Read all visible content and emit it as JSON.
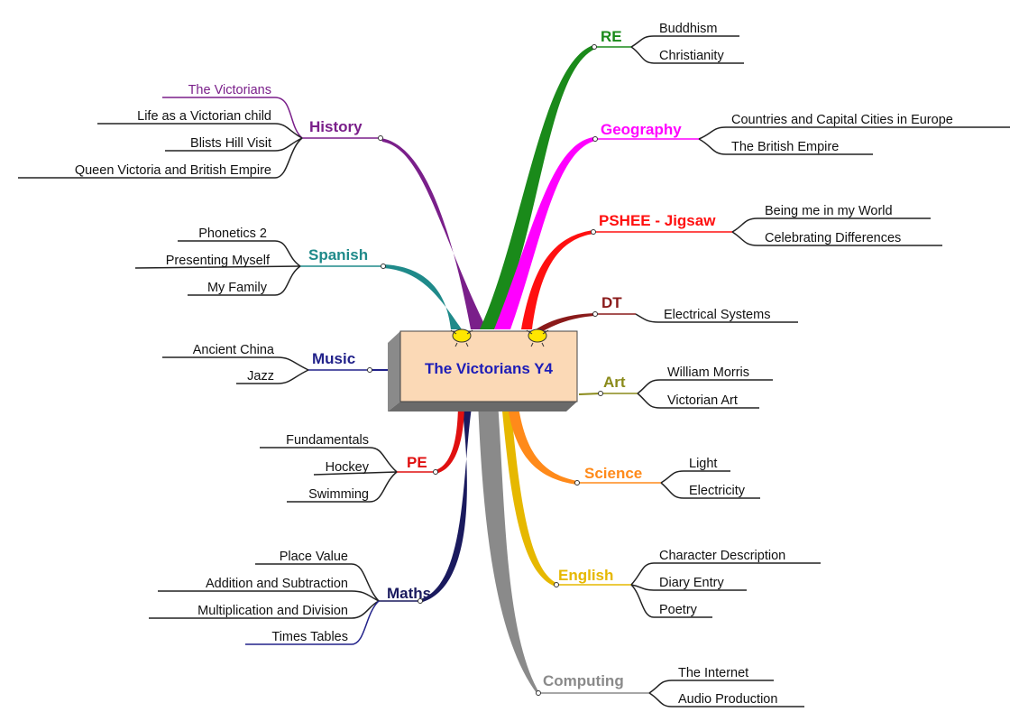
{
  "center": {
    "title": "The Victorians Y4"
  },
  "branches": {
    "history": {
      "label": "History",
      "color": "#7a1f8a",
      "items": [
        "The Victorians",
        "Life as a Victorian child",
        "Blists Hill Visit",
        "Queen Victoria and British Empire"
      ]
    },
    "spanish": {
      "label": "Spanish",
      "color": "#1f8a8a",
      "items": [
        "Phonetics 2",
        "Presenting Myself",
        "My Family"
      ]
    },
    "music": {
      "label": "Music",
      "color": "#22228a",
      "items": [
        "Ancient China",
        "Jazz"
      ]
    },
    "pe": {
      "label": "PE",
      "color": "#e01010",
      "items": [
        "Fundamentals",
        "Hockey",
        "Swimming"
      ]
    },
    "maths": {
      "label": "Maths",
      "color": "#1a1a5e",
      "items": [
        "Place Value",
        "Addition and Subtraction",
        "Multiplication and Division",
        "Times Tables"
      ]
    },
    "re": {
      "label": "RE",
      "color": "#1a8a1a",
      "items": [
        "Buddhism",
        "Christianity"
      ]
    },
    "geography": {
      "label": "Geography",
      "color": "#ff00ff",
      "items": [
        "Countries and Capital Cities in Europe",
        "The British Empire"
      ]
    },
    "pshee": {
      "label": "PSHEE - Jigsaw",
      "color": "#ff1010",
      "items": [
        "Being me in my World",
        "Celebrating Differences"
      ]
    },
    "dt": {
      "label": "DT",
      "color": "#8a1a1a",
      "items": [
        "Electrical Systems"
      ]
    },
    "art": {
      "label": "Art",
      "color": "#8a8a1a",
      "items": [
        "William Morris",
        "Victorian Art"
      ]
    },
    "science": {
      "label": "Science",
      "color": "#ff8a1a",
      "items": [
        "Light",
        "Electricity"
      ]
    },
    "english": {
      "label": "English",
      "color": "#e6b800",
      "items": [
        "Character Description",
        "Diary Entry",
        "Poetry"
      ]
    },
    "computing": {
      "label": "Computing",
      "color": "#8a8a8a",
      "items": [
        "The Internet",
        "Audio Production"
      ]
    }
  }
}
